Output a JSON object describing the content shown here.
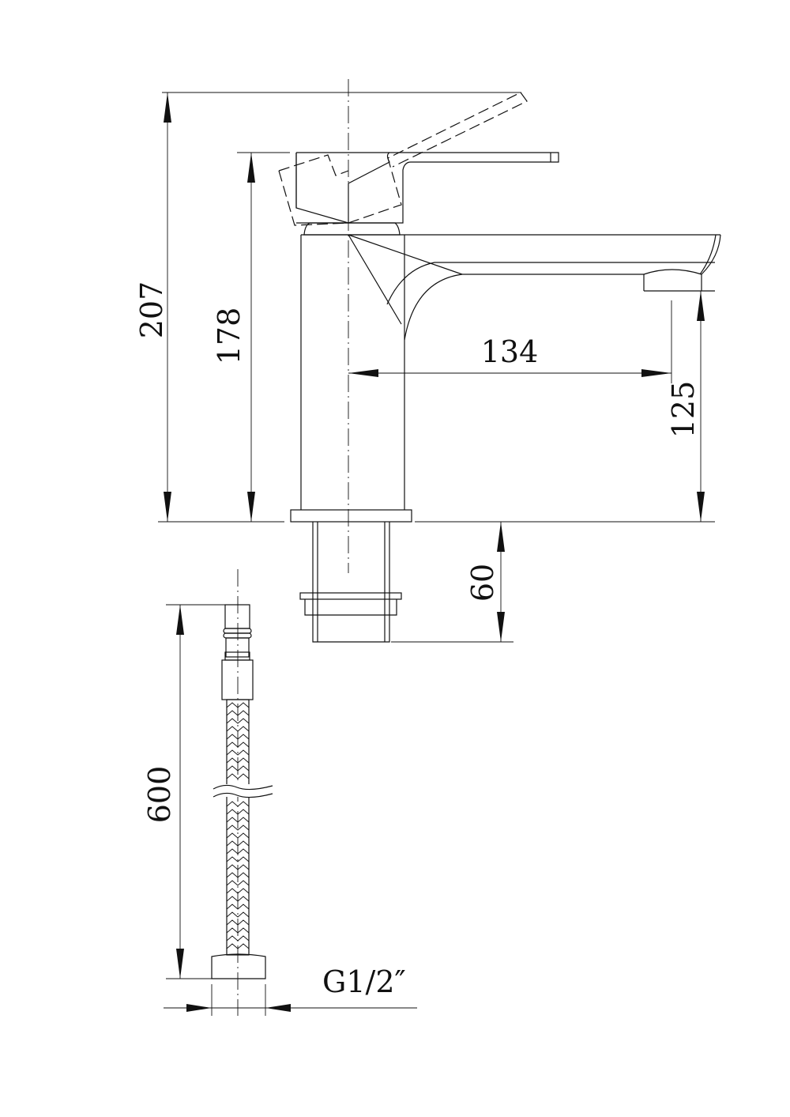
{
  "drawing": {
    "dimensions": {
      "total_height": "207",
      "body_height": "178",
      "spout_reach": "134",
      "spout_clearance": "125",
      "shank_length": "60",
      "hose_length": "600",
      "hose_thread": "G1/2″"
    }
  }
}
